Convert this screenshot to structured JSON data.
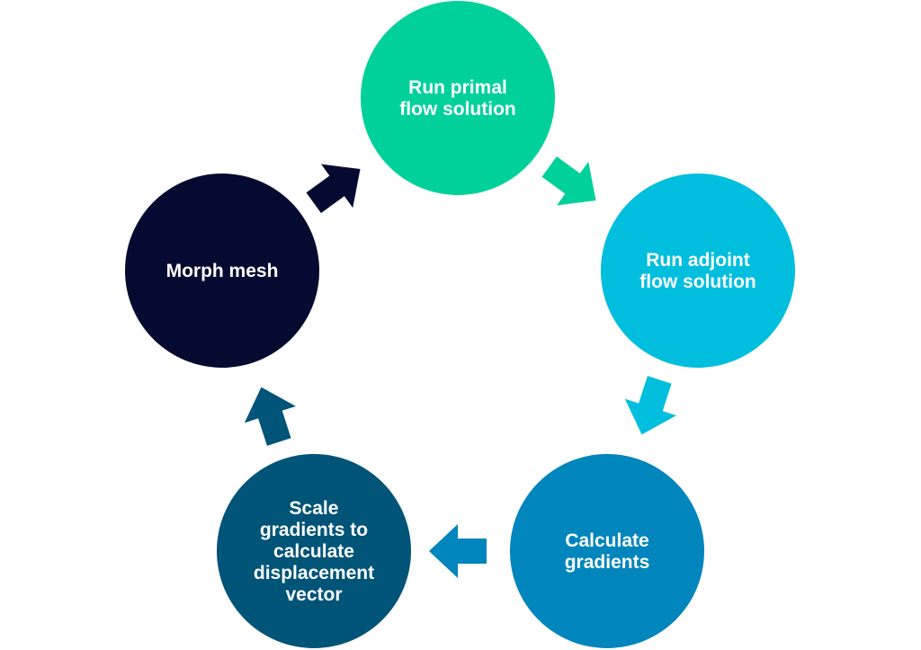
{
  "diagram": {
    "type": "cycle",
    "steps": [
      {
        "id": "primal",
        "lines": [
          "Run primal",
          "flow solution"
        ],
        "color": "#00D19B"
      },
      {
        "id": "adjoint",
        "lines": [
          "Run adjoint",
          "flow solution"
        ],
        "color": "#00BEDE"
      },
      {
        "id": "gradients",
        "lines": [
          "Calculate",
          "gradients"
        ],
        "color": "#0085BC"
      },
      {
        "id": "scale",
        "lines": [
          "Scale",
          "gradients to",
          "calculate",
          "displacement",
          "vector"
        ],
        "color": "#005478"
      },
      {
        "id": "morph",
        "lines": [
          "Morph mesh"
        ],
        "color": "#050A30"
      }
    ],
    "arrows": [
      {
        "from": "primal",
        "to": "adjoint",
        "color": "#00D19B"
      },
      {
        "from": "adjoint",
        "to": "gradients",
        "color": "#00BEDE"
      },
      {
        "from": "gradients",
        "to": "scale",
        "color": "#0085BC"
      },
      {
        "from": "scale",
        "to": "morph",
        "color": "#005478"
      },
      {
        "from": "morph",
        "to": "primal",
        "color": "#050A30"
      }
    ],
    "label_color": "#FFFFFF"
  }
}
